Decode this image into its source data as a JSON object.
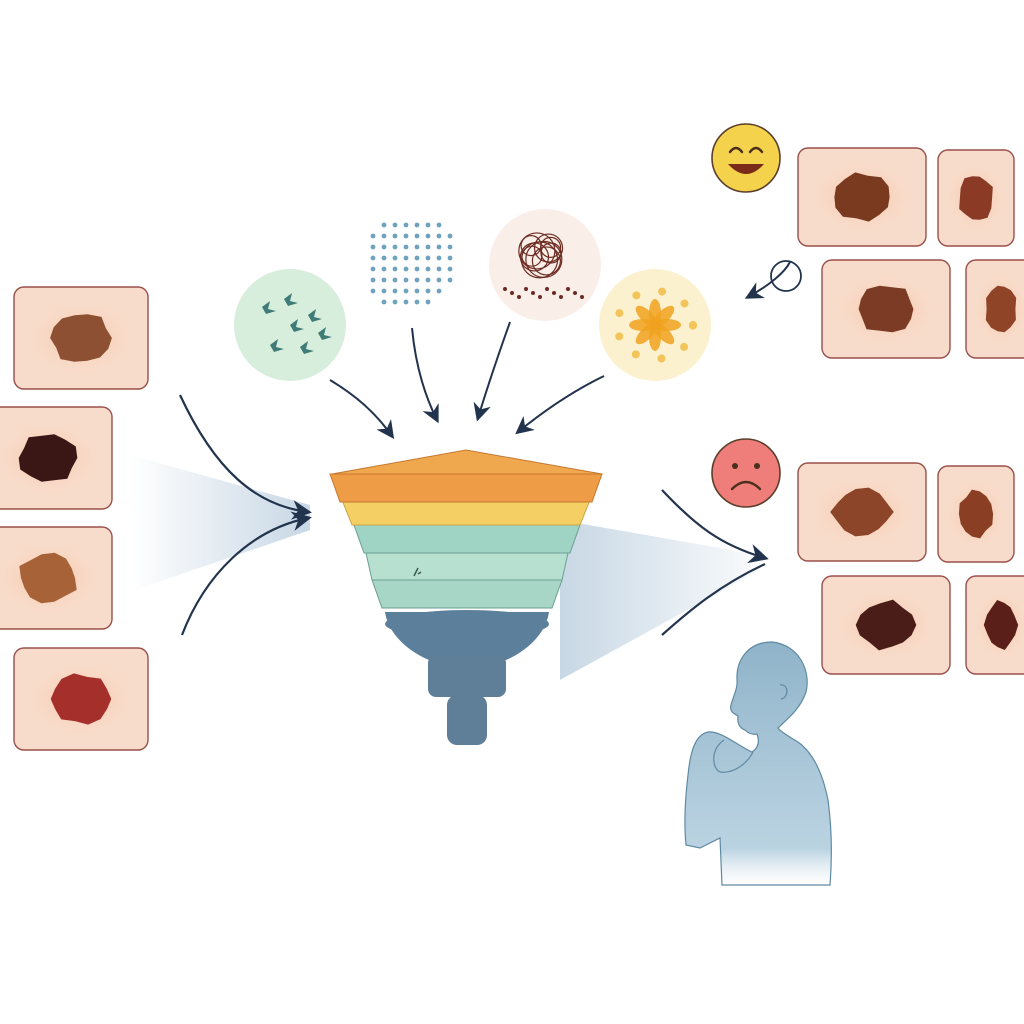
{
  "diagram": {
    "palette": {
      "skin_card_fill": "#f8dccb",
      "skin_card_border": "#9a4f4a",
      "arrow": "#22344d",
      "beam": "#9ab7cf",
      "funnel_layers": [
        "#ef9a43",
        "#f3cf64",
        "#9fd3c4",
        "#b7e0d1",
        "#a8d6c6",
        "#5c7f9b"
      ],
      "funnel_neck": "#5f7f98",
      "happy_face": "#f5d24b",
      "sad_face": "#ef7d7a",
      "person": "#9bbdd0"
    },
    "input_lesions": [
      {
        "icon": "light-brown-mole",
        "fill": "#8d5033"
      },
      {
        "icon": "dark-brown-mole",
        "fill": "#3a1615"
      },
      {
        "icon": "tan-mole",
        "fill": "#a76238"
      },
      {
        "icon": "red-mole",
        "fill": "#a5302b"
      }
    ],
    "feature_circles": [
      {
        "icon": "green-scattered-patterns-icon",
        "fill": "#d8eedd",
        "mark": "#3f7c78"
      },
      {
        "icon": "blue-dot-pattern-icon",
        "fill": "#ffffff",
        "mark": "#6ea2bd"
      },
      {
        "icon": "brown-network-pattern-icon",
        "fill": "#faefe8",
        "mark": "#6c2b22"
      },
      {
        "icon": "orange-blotch-pattern-icon",
        "fill": "#fbf1cf",
        "mark": "#f0a21f"
      }
    ],
    "outcomes": [
      {
        "sentiment": "happy",
        "icon": "happy-face-icon",
        "lesions": [
          "#7a3a20",
          "#8a3a25",
          "#7c3b24",
          "#8f4327"
        ]
      },
      {
        "sentiment": "sad",
        "icon": "sad-face-icon",
        "lesions": [
          "#8c4528",
          "#8a3f24",
          "#4a1d18",
          "#5a1f19"
        ]
      }
    ]
  }
}
